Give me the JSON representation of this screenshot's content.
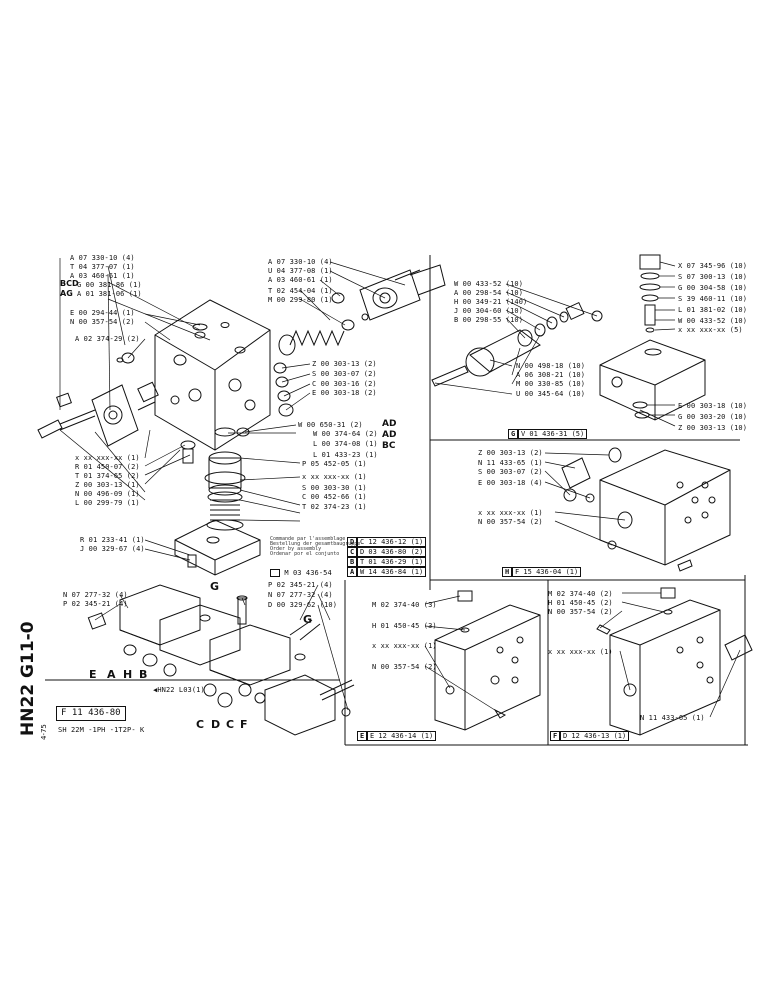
{
  "page_code": "HN22 G11-0",
  "date": "4-75",
  "drawing_number": "F 11 436-80",
  "model": "SH 22M -1PH -1T2P- K",
  "notes": [
    "Commande par l'assemblage",
    "Bestellung der gesamtbaugruppe",
    "Order by assembly",
    "Ordenar por el conjunto"
  ],
  "main_left_labels": [
    "A 07 330-10 (4)",
    "T 04 377-07 (1)",
    "A 03 460-61 (1)",
    "A 01 381-06 (1)",
    "E 00 294-44 (1)",
    "N 00 357-54 (2)",
    "A 02 374-29 (2)",
    "x xx xxx-xx (1)",
    "R 01 450-07 (2)",
    "T 01 374-65 (2)",
    "Z 00 303-13 (1)",
    "N 00 496-09 (1)",
    "L 00 299-79 (1)",
    "R 01 233-41 (1)",
    "J 00 329-67 (4)"
  ],
  "main_prefix": {
    "bcd": "BCD",
    "ag": "AG",
    "bcd_code": "G 00 381-86 (1)"
  },
  "main_right_labels": [
    "A 07 330-10 (4)",
    "U 04 377-08 (1)",
    "A 03 460-61 (1)",
    "T 02 454-04 (1)",
    "M 00 299-80 (1)",
    "Z 00 303-13 (2)",
    "S 00 303-07 (2)",
    "C 00 303-16 (2)",
    "E 00 303-18 (2)",
    "W 00 650-31 (2)",
    "W 00 374-64 (2)",
    "L 00 374-08 (1)",
    "L 01 433-23 (1)",
    "P 05 452-05 (1)",
    "x xx xxx-xx (1)",
    "S 00 303-30 (1)",
    "C 00 452-66 (1)",
    "T 02 374-23 (1)"
  ],
  "ad_labels": [
    "AD",
    "AD",
    "BC"
  ],
  "boxes_center": [
    {
      "letter": "D",
      "code": "C 12 436-12 (1)"
    },
    {
      "letter": "C",
      "code": "D 03 436-80 (2)"
    },
    {
      "letter": "B",
      "code": "T 01 436-29 (1)"
    },
    {
      "letter": "A",
      "code": "W 14 436-84 (1)"
    }
  ],
  "box_m": "M 03 436-54",
  "top_right_labels": [
    "W 00 433-52 (10)",
    "A 00 298-54 (10)",
    "H 00 349-21 (140)",
    "J 00 304-60 (10)",
    "B 00 298-55 (10)",
    "N 00 498-18 (10)",
    "A 06 308-21 (10)",
    "M 00 330-85 (10)",
    "U 00 345-64 (10)"
  ],
  "far_right_labels": [
    "X 07 345-96 (10)",
    "S 07 300-13 (10)",
    "G 00 304-58 (10)",
    "S 39 460-11 (10)",
    "L 01 381-02 (10)",
    "W 00 433-52 (10)",
    "x xx xxx-xx (5)",
    "E 00 303-18 (10)",
    "G 00 303-20 (10)",
    "Z 00 303-13 (10)"
  ],
  "g_box": {
    "letter": "G",
    "code": "V 01 436-31 (5)"
  },
  "h_block_labels": [
    "Z 00 303-13 (2)",
    "N 11 433-65 (1)",
    "S 00 303-07 (2)",
    "E 00 303-18 (4)",
    "x xx xxx-xx (1)",
    "N 00 357-54 (2)"
  ],
  "h_box": {
    "letter": "H",
    "code": "F 15 436-04 (1)"
  },
  "assembly_labels": [
    "N 07 277-32 (4)",
    "P 02 345-21 (4)",
    "P 02 345-21 (4)",
    "N 07 277-32 (4)",
    "D 00 329-62 (10)"
  ],
  "assembly_letters_bottom": [
    "E",
    "A",
    "H",
    "B",
    "C",
    "D",
    "C",
    "F"
  ],
  "assembly_letters_g": [
    "G",
    "G"
  ],
  "assembly_ref": "HN22 L03(1)",
  "e_block_labels": [
    "M 02 374-40 (3)",
    "H 01 450-45 (3)",
    "x xx xxx-xx (1)",
    "N 00 357-54 (2)"
  ],
  "e_box": {
    "letter": "E",
    "code": "E 12 436-14 (1)"
  },
  "f_block_labels": [
    "M 02 374-40 (2)",
    "H 01 450-45 (2)",
    "N 00 357-54 (2)",
    "x xx xxx-xx (1)",
    "N 11 433-65 (1)"
  ],
  "f_box": {
    "letter": "F",
    "code": "D 12 436-13 (1)"
  }
}
